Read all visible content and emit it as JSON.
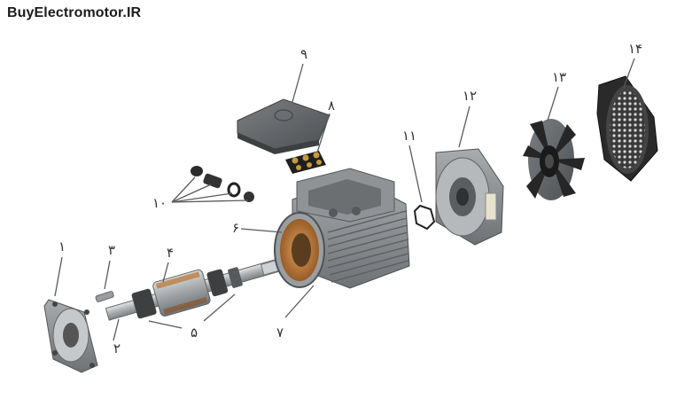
{
  "brand": "BuyElectromotor.IR",
  "labels": {
    "l1": "۱",
    "l2": "۲",
    "l3": "۳",
    "l4": "۴",
    "l5": "۵",
    "l6": "۶",
    "l7": "۷",
    "l8": "۸",
    "l9": "۹",
    "l10": "۱۰",
    "l11": "۱۱",
    "l12": "۱۲",
    "l13": "۱۳",
    "l14": "۱۴"
  },
  "colors": {
    "body_gray": "#8a8e91",
    "dark_gray": "#4a4d50",
    "copper": "#b8742f",
    "steel": "#c9cdd0",
    "fan_black": "#262626"
  }
}
